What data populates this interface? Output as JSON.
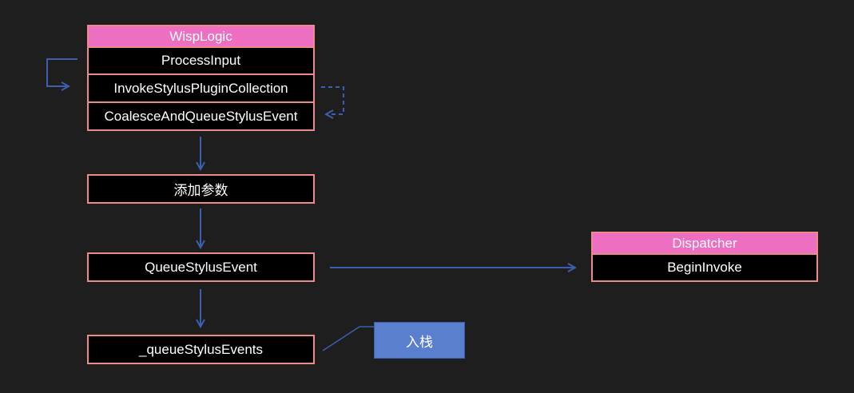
{
  "wisp_logic": {
    "header": "WispLogic",
    "methods": [
      "ProcessInput",
      "InvokeStylusPluginCollection",
      "CoalesceAndQueueStylusEvent"
    ]
  },
  "flow": {
    "add_params": "添加参数",
    "queue_stylus_event": "QueueStylusEvent",
    "queue_field": "_queueStylusEvents"
  },
  "dispatcher": {
    "header": "Dispatcher",
    "method": "BeginInvoke"
  },
  "note": {
    "label": "入栈"
  },
  "colors": {
    "background": "#1e1e1e",
    "box_border": "#ef8a8a",
    "header_fill": "#ee6fc2",
    "arrow": "#3c5fb0",
    "note_fill": "#5b7fcf"
  }
}
